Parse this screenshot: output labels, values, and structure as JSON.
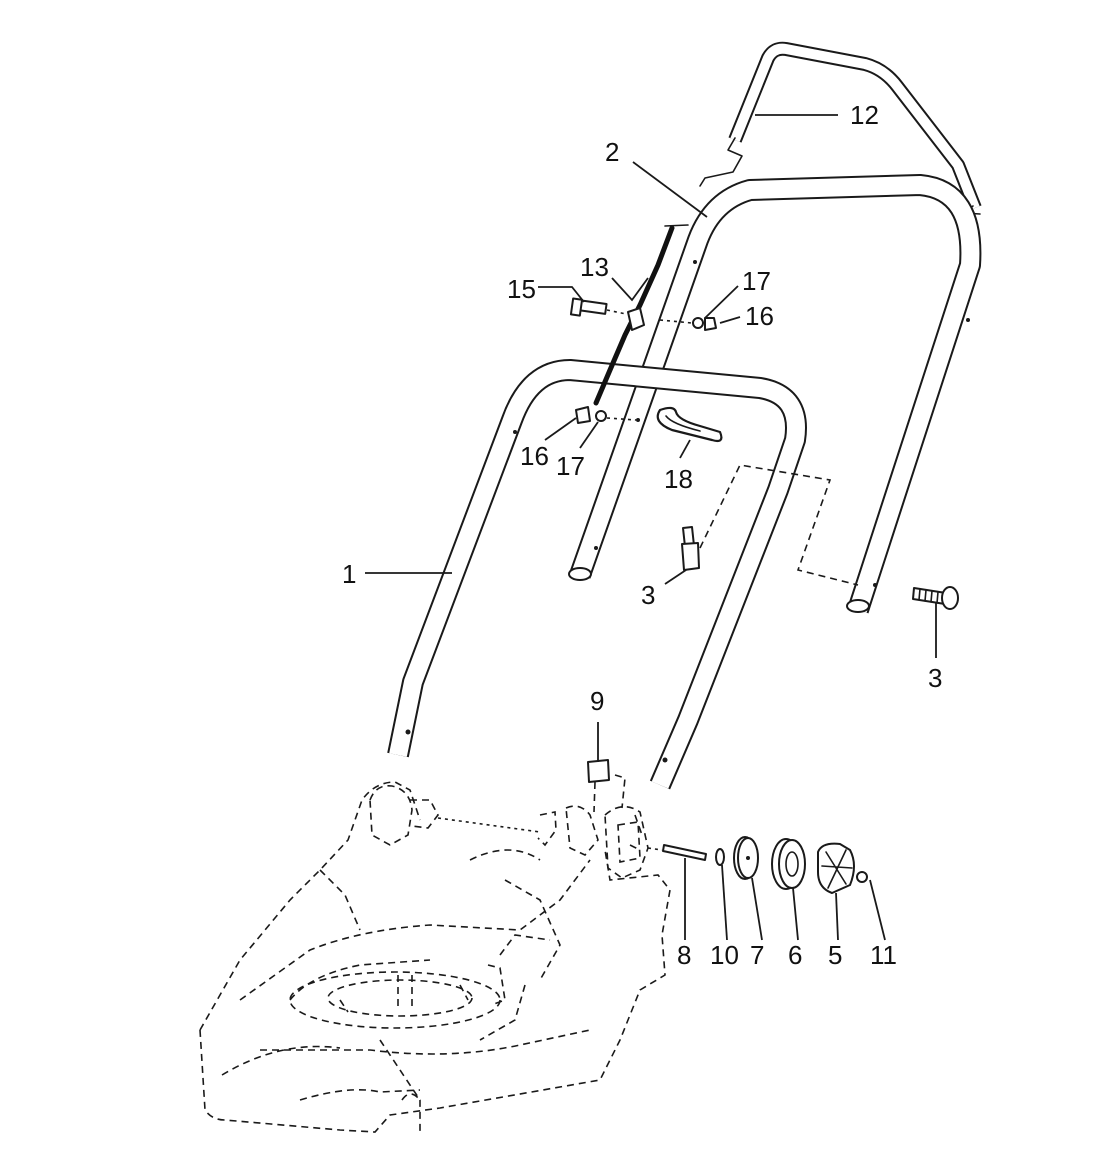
{
  "labels": {
    "handle_lower": "1",
    "handle_upper": "2",
    "bolt_left": "3",
    "bolt_right": "3",
    "hub_cap": "5",
    "hub_ring": "6",
    "wheel_disc": "7",
    "axle_pin": "8",
    "clip": "9",
    "washer": "10",
    "nut": "11",
    "bail_lever": "12",
    "cable": "13",
    "screw": "15",
    "knob_left": "16",
    "washer_left": "17",
    "knob_right": "16",
    "washer_right": "17",
    "cable_clip": "18"
  }
}
